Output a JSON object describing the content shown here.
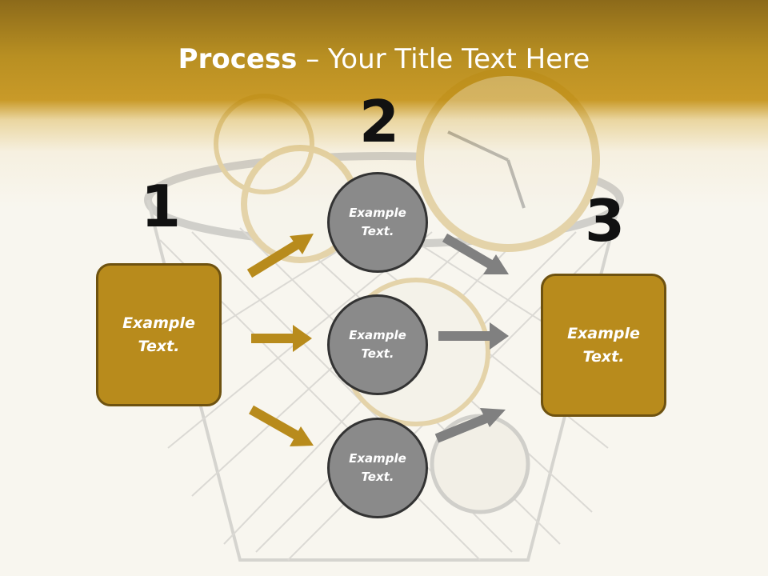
{
  "title": {
    "bold": "Process",
    "dash": " – ",
    "rest": "Your Title Text Here"
  },
  "numbers": [
    "1",
    "2",
    "3"
  ],
  "left_box": "Example\nText.",
  "right_box": "Example\nText.",
  "circles": [
    "Example\nText.",
    "Example\nText.",
    "Example\nText."
  ],
  "colors": {
    "header_gold": "#c99a28",
    "box_fill": "#b88b1c",
    "box_border": "#6e5210",
    "circle_fill": "#8a8a8a",
    "left_arrow": "#b88b1c",
    "right_arrow": "#808080"
  },
  "background_image": "wastebasket-with-clocks"
}
